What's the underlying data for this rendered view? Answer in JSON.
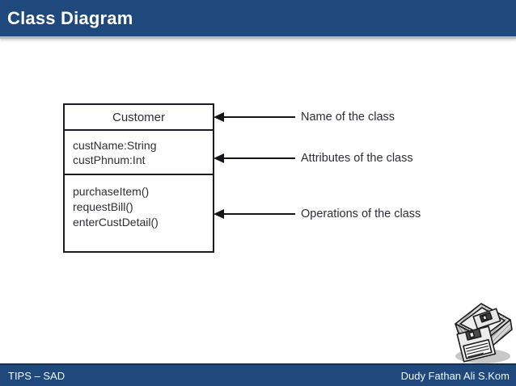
{
  "header": {
    "title": "Class Diagram"
  },
  "uml_class": {
    "name": "Customer",
    "attributes": [
      "custName:String",
      "custPhnum:Int"
    ],
    "operations": [
      "purchaseItem()",
      "requestBill()",
      "enterCustDetail()"
    ]
  },
  "annotations": [
    {
      "label": "Name of the class"
    },
    {
      "label": "Attributes of the class"
    },
    {
      "label": "Operations of the class"
    }
  ],
  "footer": {
    "left": "TIPS – SAD",
    "right": "Dudy Fathan Ali S.Kom"
  },
  "icons": {
    "floppy_disks": "floppy-disks-clipart"
  },
  "colors": {
    "header_blue": "#1F497D",
    "footer_blue": "#1F497D",
    "diagram_ink": "#15151a",
    "text_dark": "#2e2e36"
  }
}
